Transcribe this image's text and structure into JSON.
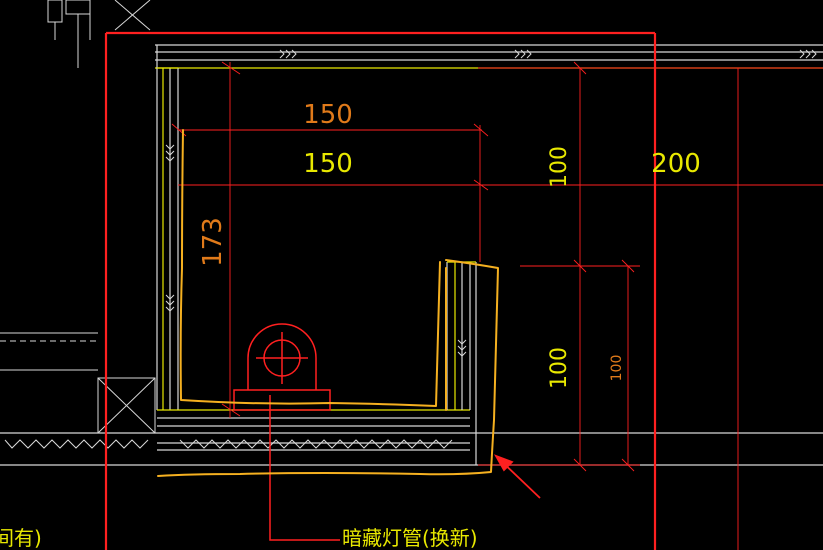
{
  "drawing": {
    "colors": {
      "background": "#000000",
      "wall_white": "#d8d8d8",
      "cad_yellow": "#e8e800",
      "cad_red": "#ff2020",
      "cad_orange": "#e07a1a",
      "annotation_orange": "#f5b020"
    },
    "dimensions": {
      "top_width_orange": "150",
      "top_width_yellow": "150",
      "left_height_orange": "173",
      "upper_right_height": "100",
      "lower_right_height": "100",
      "far_right_height_small": "100",
      "total_height_right": "200"
    },
    "labels": {
      "bottom_callout": "暗藏灯管(换新)",
      "bottom_left_fragment": "间有)"
    }
  }
}
